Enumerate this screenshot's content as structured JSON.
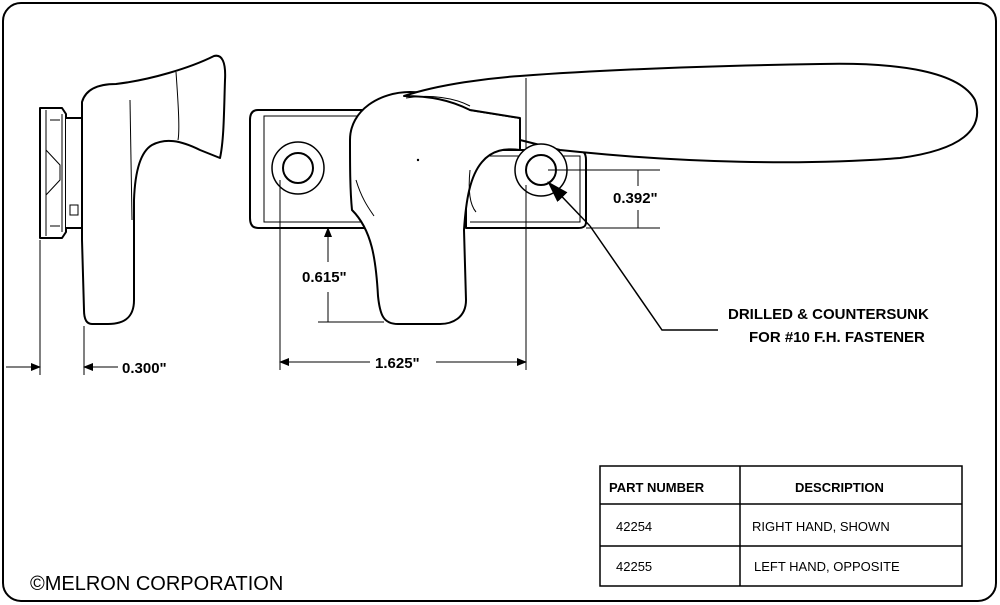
{
  "dimensions": {
    "width_side": "0.300\"",
    "hole_spacing": "1.625\"",
    "base_to_handle": "0.615\"",
    "hole_offset": "0.392\""
  },
  "note": {
    "line1": "DRILLED & COUNTERSUNK",
    "line2": "FOR #10 F.H. FASTENER"
  },
  "table": {
    "headers": [
      "PART NUMBER",
      "DESCRIPTION"
    ],
    "rows": [
      {
        "part": "42254",
        "description": "RIGHT HAND, SHOWN"
      },
      {
        "part": "42255",
        "description": "LEFT HAND, OPPOSITE"
      }
    ]
  },
  "copyright": "©MELRON CORPORATION"
}
